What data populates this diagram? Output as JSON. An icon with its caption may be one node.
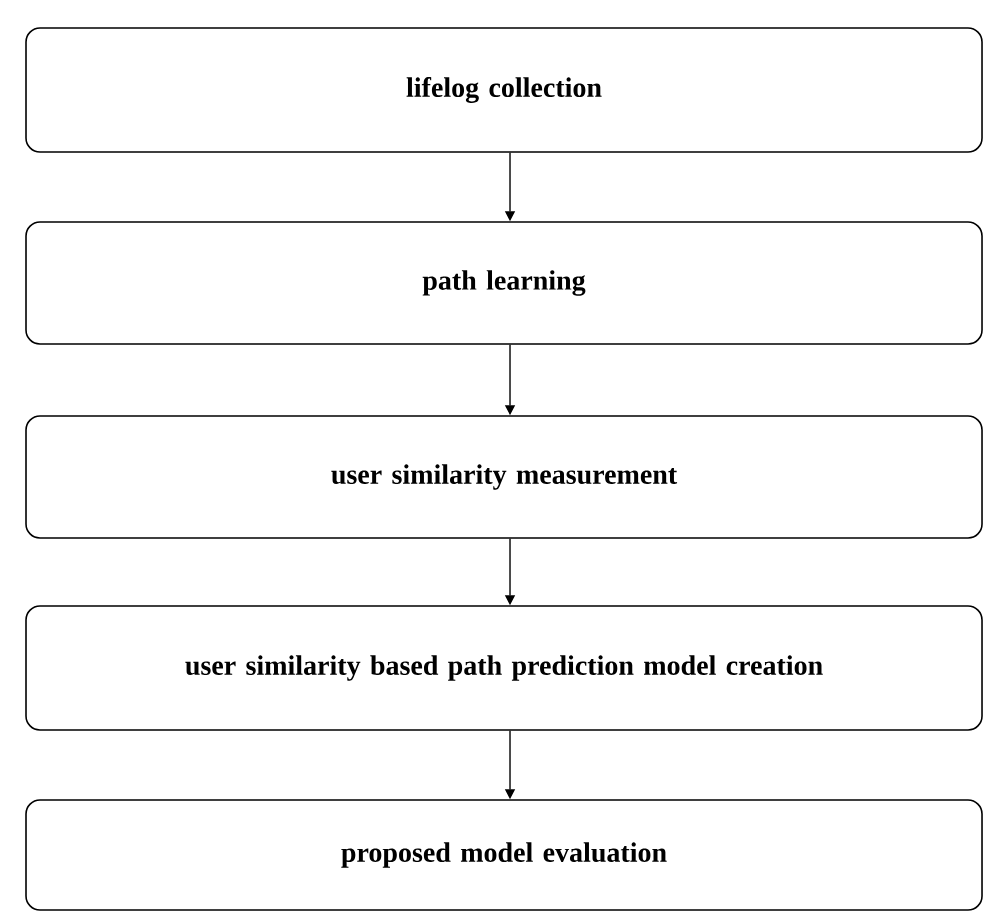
{
  "diagram": {
    "nodes": [
      {
        "text": [
          "lifelog collection"
        ]
      },
      {
        "text": [
          "path learning"
        ]
      },
      {
        "text": [
          "user similarity measurement"
        ]
      },
      {
        "text": [
          "user similarity based path prediction model creation"
        ]
      },
      {
        "text": [
          "proposed model evaluation"
        ]
      }
    ],
    "edges": [
      {
        "from": 0,
        "to": 1,
        "arrow": "to"
      },
      {
        "from": 1,
        "to": 2,
        "arrow": "to"
      },
      {
        "from": 2,
        "to": 3,
        "arrow": "to"
      },
      {
        "from": 3,
        "to": 4,
        "arrow": "to"
      }
    ]
  }
}
